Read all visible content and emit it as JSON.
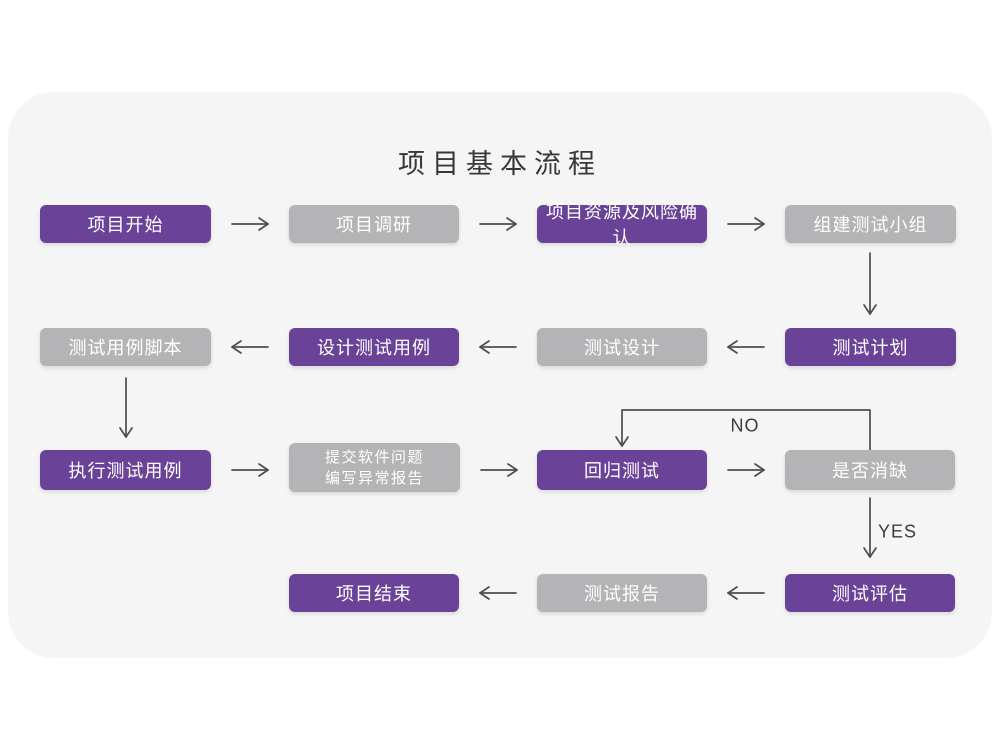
{
  "title": "项目基本流程",
  "colors": {
    "page-bg": "#ffffff",
    "card-bg": "#f5f5f6",
    "purple": "#6a4399",
    "gray": "#b4b4b6",
    "box-text": "#ffffff",
    "line": "#4d4d4d",
    "title-text": "#383838",
    "label-text": "#3c3c3c"
  },
  "nodes": [
    {
      "id": "project-start",
      "label": "项目开始",
      "style": "purple"
    },
    {
      "id": "project-research",
      "label": "项目调研",
      "style": "gray"
    },
    {
      "id": "resources-risk",
      "label": "项目资源及风险确认",
      "style": "purple"
    },
    {
      "id": "build-test-team",
      "label": "组建测试小组",
      "style": "gray"
    },
    {
      "id": "test-plan",
      "label": "测试计划",
      "style": "purple"
    },
    {
      "id": "test-design",
      "label": "测试设计",
      "style": "gray"
    },
    {
      "id": "design-test-cases",
      "label": "设计测试用例",
      "style": "purple"
    },
    {
      "id": "test-case-scripts",
      "label": "测试用例脚本",
      "style": "gray"
    },
    {
      "id": "execute-test-cases",
      "label": "执行测试用例",
      "style": "purple"
    },
    {
      "id": "submit-issues",
      "label": "提交软件问题\n编写异常报告",
      "style": "gray"
    },
    {
      "id": "regression-test",
      "label": "回归测试",
      "style": "purple"
    },
    {
      "id": "defect-cleared",
      "label": "是否消缺",
      "style": "gray"
    },
    {
      "id": "test-evaluation",
      "label": "测试评估",
      "style": "purple"
    },
    {
      "id": "test-report",
      "label": "测试报告",
      "style": "gray"
    },
    {
      "id": "project-end",
      "label": "项目结束",
      "style": "purple"
    }
  ],
  "edge_labels": {
    "no": "NO",
    "yes": "YES"
  }
}
